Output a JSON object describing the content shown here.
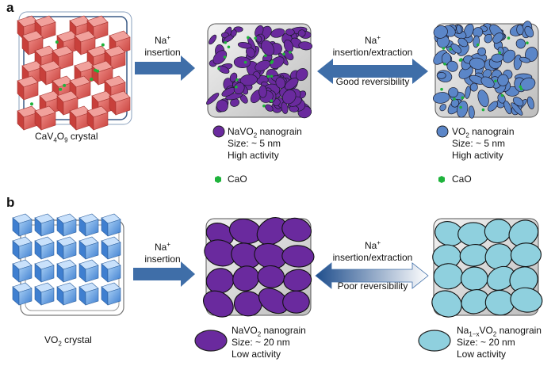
{
  "panel_a": {
    "label": "a",
    "crystal_label": {
      "pre": "CaV",
      "sub1": "4",
      "mid": "O",
      "sub2": "9",
      "post": " crystal"
    },
    "arrow1": {
      "line1_pre": "Na",
      "line1_sup": "+",
      "line2": "insertion"
    },
    "arrow2": {
      "line1_pre": "Na",
      "line1_sup": "+",
      "line2": "insertion/extraction",
      "line3": "Good reversibility"
    },
    "grain_left": {
      "name_pre": "NaVO",
      "name_sub": "2",
      "name_post": " nanograin",
      "size": "Size: ~ 5 nm",
      "activity": "High activity"
    },
    "grain_right": {
      "name_pre": "VO",
      "name_sub": "2",
      "name_post": " nanograin",
      "size": "Size: ~ 5 nm",
      "activity": "High activity"
    },
    "cao_left": "CaO",
    "cao_right": "CaO"
  },
  "panel_b": {
    "label": "b",
    "crystal_label": {
      "pre": "VO",
      "sub1": "2",
      "post": " crystal"
    },
    "arrow1": {
      "line1_pre": "Na",
      "line1_sup": "+",
      "line2": "insertion"
    },
    "arrow2": {
      "line1_pre": "Na",
      "line1_sup": "+",
      "line2": "insertion/extraction",
      "line3": "Poor reversibility"
    },
    "grain_left": {
      "name_pre": "NaVO",
      "name_sub": "2",
      "name_post": " nanograin",
      "size": "Size: ~ 20 nm",
      "activity": "Low activity"
    },
    "grain_right": {
      "name_pre": "Na",
      "name_sub": "1−x",
      "name_mid": "VO",
      "name_sub2": "2",
      "name_post": " nanograin",
      "size": "Size: ~ 20 nm",
      "activity": "Low activity"
    }
  },
  "colors": {
    "crystal_red": "#d9534f",
    "crystal_blue": "#4f8fd9",
    "grain_purple": "#6a2a9e",
    "grain_blue": "#5b86c8",
    "grain_cyan": "#8fd0de",
    "cao_green": "#1eb33b",
    "arrow_blue": "#3f6ea8"
  }
}
